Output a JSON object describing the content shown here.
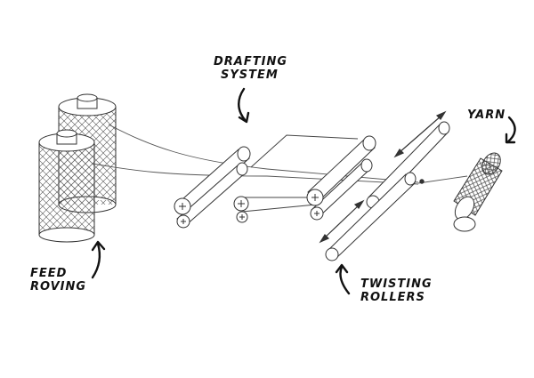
{
  "labels": {
    "drafting": [
      "Drafting",
      "System"
    ],
    "yarn": "Yarn",
    "feed": [
      "Feed",
      "Roving"
    ],
    "twisting": [
      "Twisting",
      "Rollers"
    ]
  },
  "colors": {
    "ink": "#111111",
    "line": "#333333"
  }
}
